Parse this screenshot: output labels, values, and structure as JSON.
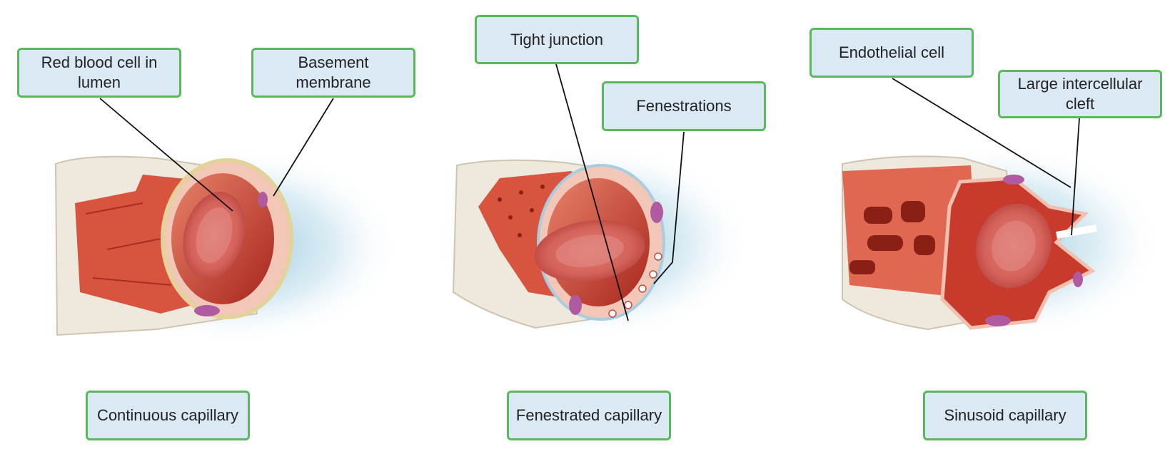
{
  "diagram": {
    "panels": [
      {
        "caption": "Continuous capillary",
        "callouts": [
          {
            "text": "Red blood cell in lumen"
          },
          {
            "text": "Basement membrane"
          }
        ]
      },
      {
        "caption": "Fenestrated capillary",
        "callouts": [
          {
            "text": "Tight junction"
          },
          {
            "text": "Fenestrations"
          }
        ]
      },
      {
        "caption": "Sinusoid capillary",
        "callouts": [
          {
            "text": "Endothelial cell"
          },
          {
            "text": "Large intercellular cleft"
          }
        ]
      }
    ]
  },
  "colors": {
    "label_fill": "#dbe9f5",
    "label_border": "#5cb85c",
    "vessel_red": "#c73a2c",
    "rbc": "#d9605a",
    "nucleus": "#b05aa0"
  },
  "icons": [
    "continuous-capillary-illustration",
    "fenestrated-capillary-illustration",
    "sinusoid-capillary-illustration"
  ]
}
